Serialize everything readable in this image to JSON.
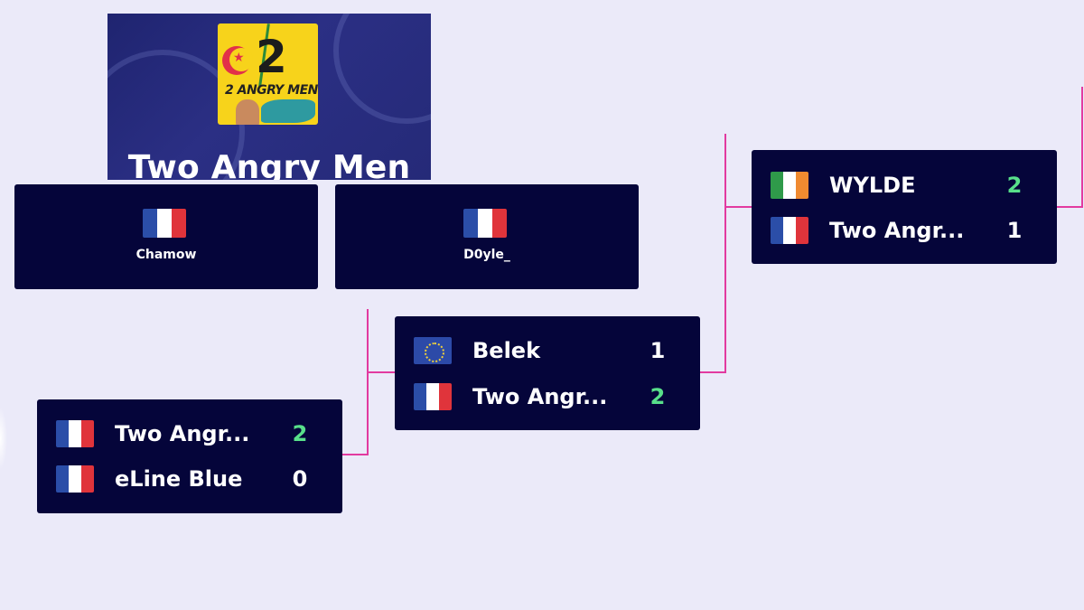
{
  "team": {
    "name": "Two Angry Men",
    "logo_text": "2 ANGRY MEN"
  },
  "players": [
    {
      "name": "Chamow",
      "flag": "fr"
    },
    {
      "name": "D0yle_",
      "flag": "fr"
    }
  ],
  "matches": [
    {
      "id": "round1",
      "rows": [
        {
          "team": "Two Angr...",
          "flag": "fr",
          "score": "2",
          "winner": true
        },
        {
          "team": "eLine Blue",
          "flag": "fr",
          "score": "0",
          "winner": false
        }
      ]
    },
    {
      "id": "round2",
      "rows": [
        {
          "team": "Belek",
          "flag": "eu",
          "score": "1",
          "winner": false
        },
        {
          "team": "Two Angr...",
          "flag": "fr",
          "score": "2",
          "winner": true
        }
      ]
    },
    {
      "id": "round3",
      "rows": [
        {
          "team": "WYLDE",
          "flag": "ie",
          "score": "2",
          "winner": true
        },
        {
          "team": "Two Angr...",
          "flag": "fr",
          "score": "1",
          "winner": false
        }
      ]
    }
  ],
  "colors": {
    "background": "#ebeaf9",
    "card": "#05053a",
    "connector": "#e23aa0",
    "win_score": "#58e08a",
    "team_header": "#252a78",
    "logo_bg": "#f7d31b"
  }
}
